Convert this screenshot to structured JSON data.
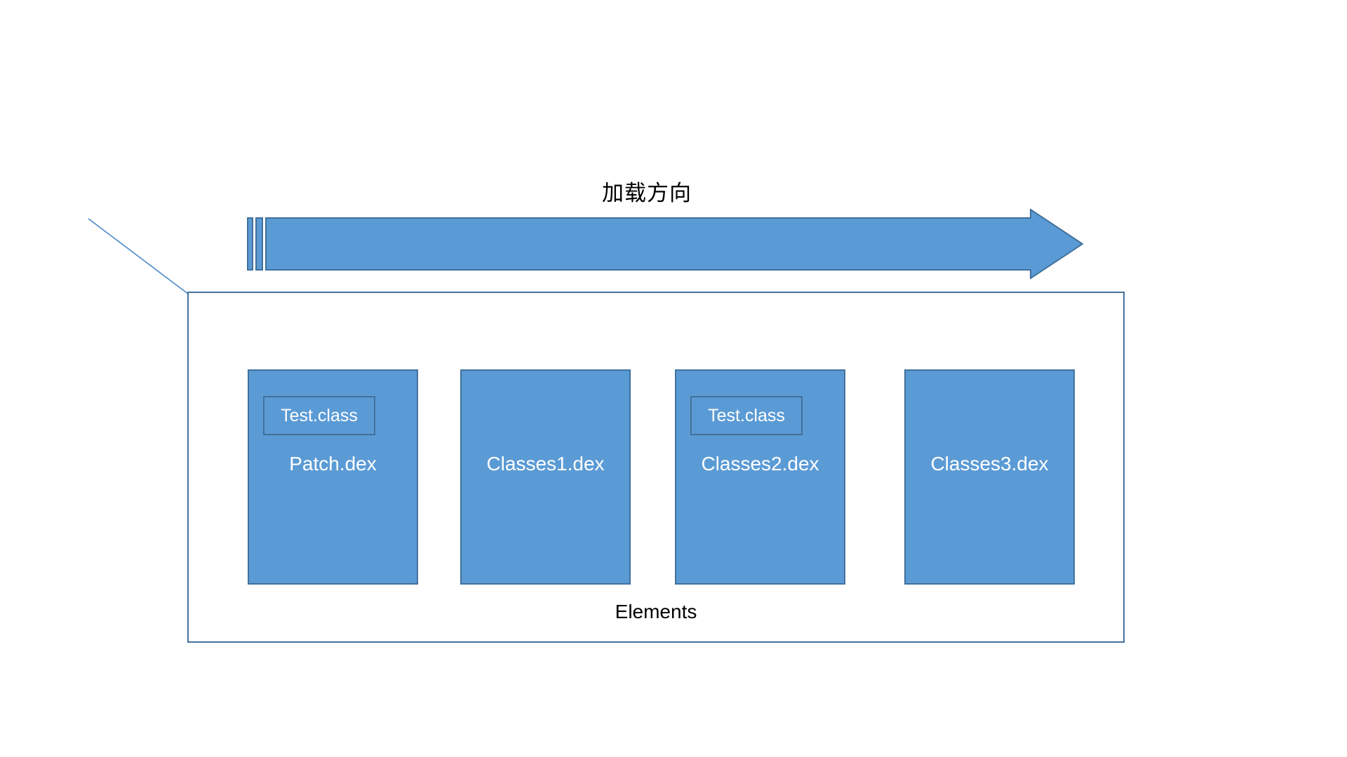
{
  "diagram": {
    "title_caption": "加载方向",
    "container_label": "Elements",
    "colors": {
      "box_fill": "#5B9BD5",
      "box_border": "#41719C",
      "arrow_fill": "#5B9BD5",
      "arrow_border": "#41719C",
      "container_border": "#41719C",
      "background": "#FFFFFF",
      "box_text": "#FFFFFF",
      "caption_text": "#000000"
    },
    "arrow": {
      "name": "load-direction-arrow",
      "direction": "right",
      "has_striped_tail": true,
      "stripe_count": 2
    },
    "pointer": {
      "name": "annotation-pointer",
      "from": "top-left",
      "to": "patch-dex-box"
    },
    "boxes": [
      {
        "id": "patch-dex",
        "label": "Patch.dex",
        "chip_label": "Test.class",
        "has_chip": true
      },
      {
        "id": "classes1-dex",
        "label": "Classes1.dex",
        "chip_label": "",
        "has_chip": false
      },
      {
        "id": "classes2-dex",
        "label": "Classes2.dex",
        "chip_label": "Test.class",
        "has_chip": true
      },
      {
        "id": "classes3-dex",
        "label": "Classes3.dex",
        "chip_label": "",
        "has_chip": false
      }
    ]
  }
}
